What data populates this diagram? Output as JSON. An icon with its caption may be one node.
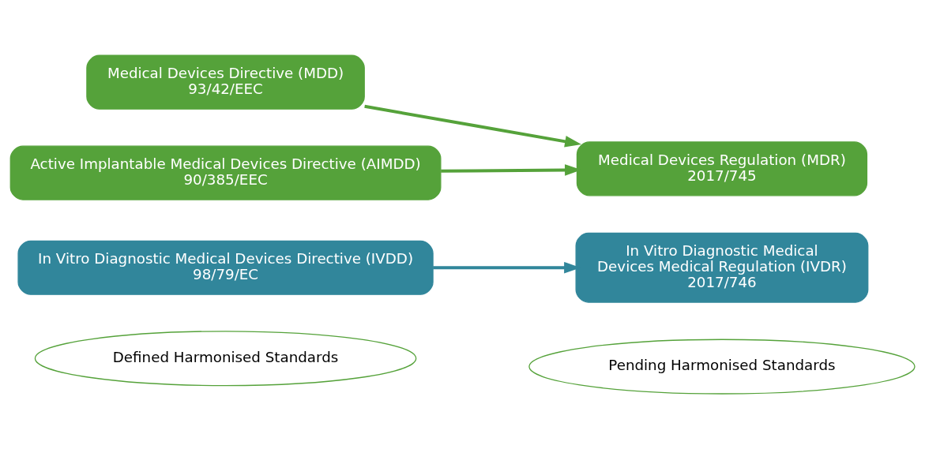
{
  "diagram": {
    "nodes": [
      {
        "text": [
          "Medical Devices Directive (MDD)",
          "93/42/EEC"
        ]
      },
      {
        "text": [
          "Active Implantable Medical Devices Directive (AIMDD)",
          "90/385/EEC"
        ]
      },
      {
        "text": [
          "Medical Devices Regulation (MDR)",
          "2017/745"
        ]
      },
      {
        "text": [
          "In Vitro Diagnostic Medical Devices Directive (IVDD)",
          "98/79/EC"
        ]
      },
      {
        "text": [
          "In Vitro Diagnostic Medical Devices Medical Regulation (IVDR)",
          "2017/746"
        ]
      },
      {
        "text": [
          "Defined Harmonised Standards"
        ]
      },
      {
        "text": [
          "Pending Harmonised Standards"
        ]
      }
    ],
    "edges": [
      {
        "from": 0,
        "to": 2,
        "arrow": "to"
      },
      {
        "from": 1,
        "to": 2,
        "arrow": "to"
      },
      {
        "from": 3,
        "to": 4,
        "arrow": "to",
        "color": "#31869b"
      }
    ]
  }
}
